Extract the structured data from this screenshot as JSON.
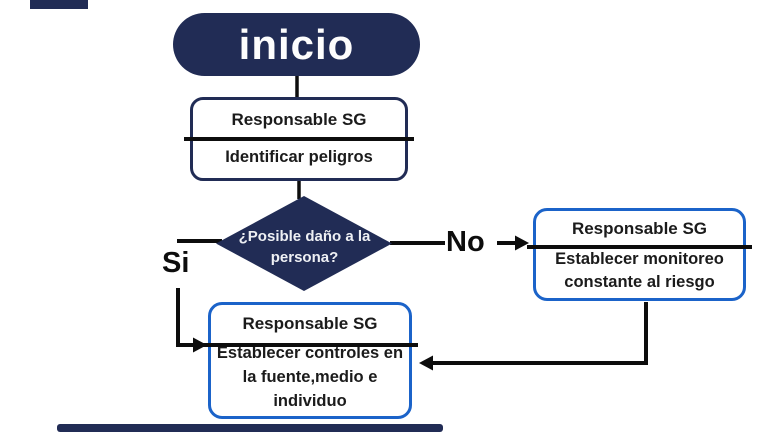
{
  "colors": {
    "navy": "#212c55",
    "blue": "#1b63c9",
    "line_black": "#0d0d0d",
    "text": "#1b1b1b",
    "diamond_text": "#eef0f4",
    "background": "#ffffff"
  },
  "start_node": {
    "label": "inicio"
  },
  "identify_box": {
    "header": "Responsable SG",
    "body": "Identificar peligros"
  },
  "decision_diamond": {
    "question_line1": "¿Posible daño a la",
    "question_line2": "persona?"
  },
  "labels": {
    "no": "No",
    "yes": "Si"
  },
  "monitor_box": {
    "header": "Responsable SG",
    "body_line1": "Establecer monitoreo",
    "body_line2": "constante al riesgo"
  },
  "controls_box": {
    "header": "Responsable SG",
    "body_line1": "Establecer controles en",
    "body_line2": "la fuente,medio e",
    "body_line3": "individuo"
  }
}
